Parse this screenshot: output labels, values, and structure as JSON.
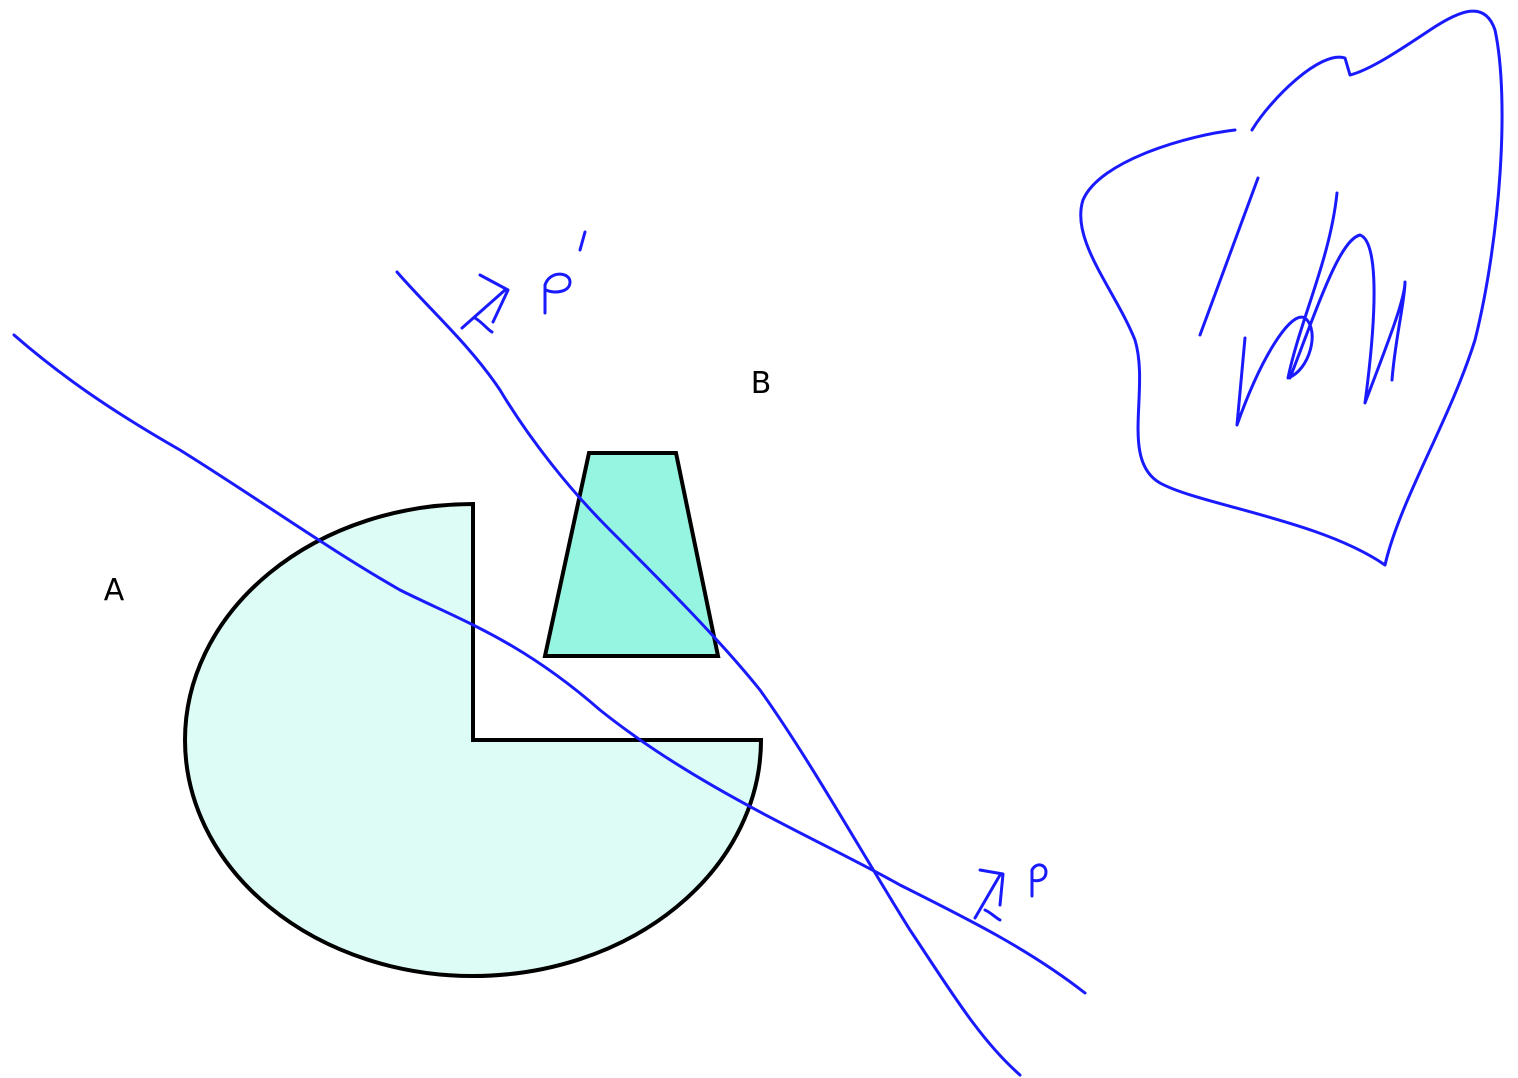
{
  "labels": {
    "region_a": "A",
    "region_b": "B"
  },
  "colors": {
    "pacman_fill": "#dcfcf5",
    "trapezoid_fill": "#96f5e1",
    "outline": "#000000",
    "ink": "#1a1aff"
  },
  "annotations": {
    "p_prime": "p'",
    "p": "p"
  }
}
